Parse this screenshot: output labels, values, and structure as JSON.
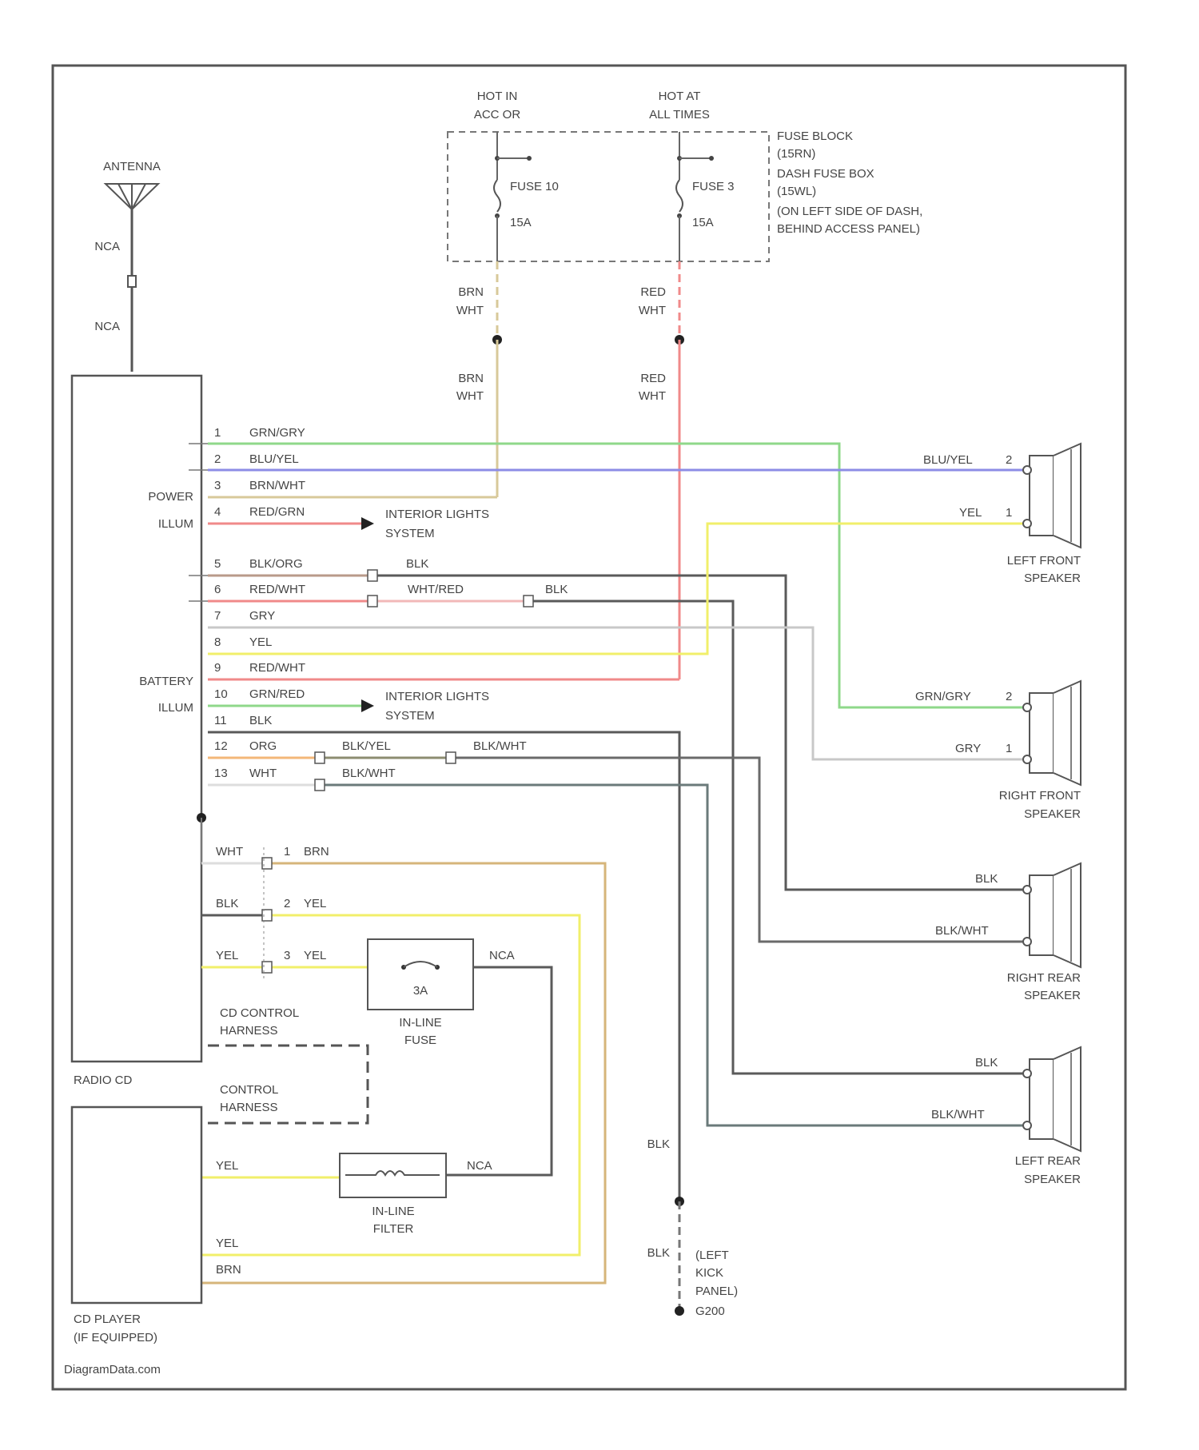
{
  "fuse_block": {
    "hot1_l1": "HOT IN",
    "hot1_l2": "ACC OR",
    "hot2_l1": "HOT AT",
    "hot2_l2": "ALL TIMES",
    "fuse1_name": "FUSE 10",
    "fuse1_rating": "15A",
    "fuse2_name": "FUSE 3",
    "fuse2_rating": "15A",
    "desc_l1": "FUSE BLOCK",
    "desc_l2": "(15RN)",
    "desc_l3": "DASH FUSE BOX",
    "desc_l4": "(15WL)",
    "desc_l5": "(ON LEFT SIDE OF DASH,",
    "desc_l6": "BEHIND ACCESS PANEL)"
  },
  "antenna": {
    "label": "ANTENNA",
    "nca1": "NCA",
    "nca2": "NCA"
  },
  "radio": {
    "label": "RADIO CD",
    "power": "POWER",
    "illum1": "ILLUM",
    "battery": "BATTERY",
    "illum2": "ILLUM",
    "pins": [
      {
        "num": "1",
        "wire": "GRN/GRY"
      },
      {
        "num": "2",
        "wire": "BLU/YEL"
      },
      {
        "num": "3",
        "wire": "BRN/WHT"
      },
      {
        "num": "4",
        "wire": "RED/GRN"
      },
      {
        "num": "5",
        "wire": "BLK/ORG"
      },
      {
        "num": "6",
        "wire": "RED/WHT"
      },
      {
        "num": "7",
        "wire": "GRY"
      },
      {
        "num": "8",
        "wire": "YEL"
      },
      {
        "num": "9",
        "wire": "RED/WHT"
      },
      {
        "num": "10",
        "wire": "GRN/RED"
      },
      {
        "num": "11",
        "wire": "BLK"
      },
      {
        "num": "12",
        "wire": "ORG"
      },
      {
        "num": "13",
        "wire": "WHT"
      }
    ]
  },
  "wires": {
    "brn_wht_a": "BRN",
    "brn_wht_b": "WHT",
    "brn_wht_c": "BRN",
    "brn_wht_d": "WHT",
    "red_wht_a": "RED",
    "red_wht_b": "WHT",
    "red_wht_c": "RED",
    "red_wht_d": "WHT",
    "blk_after5": "BLK",
    "wht_red": "WHT/RED",
    "blk_after6": "BLK",
    "blk_yel": "BLK/YEL",
    "blk_wht_a": "BLK/WHT",
    "blk_wht_b": "BLK/WHT",
    "ground_blk1": "BLK",
    "ground_blk2": "BLK"
  },
  "interior_lights": {
    "l1": "INTERIOR LIGHTS",
    "l2": "SYSTEM"
  },
  "speakers": {
    "lf": {
      "name1": "LEFT FRONT",
      "name2": "SPEAKER",
      "wire2": "BLU/YEL",
      "pin2": "2",
      "wire1": "YEL",
      "pin1": "1"
    },
    "rf": {
      "name1": "RIGHT FRONT",
      "name2": "SPEAKER",
      "wire2": "GRN/GRY",
      "pin2": "2",
      "wire1": "GRY",
      "pin1": "1"
    },
    "rr": {
      "name1": "RIGHT REAR",
      "name2": "SPEAKER",
      "wire2": "BLK",
      "wire1": "BLK/WHT"
    },
    "lr": {
      "name1": "LEFT REAR",
      "name2": "SPEAKER",
      "wire2": "BLK",
      "wire1": "BLK/WHT"
    }
  },
  "cd_conn": {
    "wht": "WHT",
    "p1": "1",
    "brn": "BRN",
    "blk": "BLK",
    "p2": "2",
    "yel2": "YEL",
    "yel3a": "YEL",
    "p3": "3",
    "yel3b": "YEL",
    "nca_fuse": "NCA",
    "fuse_rating": "3A",
    "fuse_l1": "IN-LINE",
    "fuse_l2": "FUSE",
    "cd_ctrl_l1": "CD CONTROL",
    "cd_ctrl_l2": "HARNESS",
    "ctrl_l1": "CONTROL",
    "ctrl_l2": "HARNESS",
    "yel_filter": "YEL",
    "nca_filter": "NCA",
    "filter_l1": "IN-LINE",
    "filter_l2": "FILTER",
    "yel_bottom": "YEL",
    "brn_bottom": "BRN"
  },
  "cd_player": {
    "l1": "CD PLAYER",
    "l2": "(IF EQUIPPED)"
  },
  "ground": {
    "l1": "(LEFT",
    "l2": "KICK",
    "l3": "PANEL)",
    "l4": "G200"
  },
  "watermark": "DiagramData.com",
  "colors": {
    "grn": "#8fd88a",
    "blu": "#8c8ce6",
    "tan": "#d8c99a",
    "red": "#f08a8a",
    "pink": "#f2b8b8",
    "gry": "#c8c8c8",
    "yel": "#f1ef6a",
    "blk": "#5a5a5a",
    "org": "#f3b778",
    "brn": "#d6b57a"
  }
}
